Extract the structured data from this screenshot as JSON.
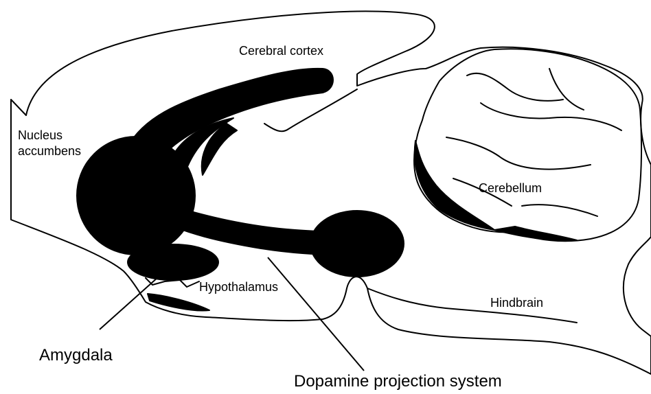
{
  "labels": {
    "cerebral_cortex": "Cerebral cortex",
    "nucleus_line1": "Nucleus",
    "nucleus_line2": "accumbens",
    "cerebellum": "Cerebellum",
    "hypothalamus": "Hypothalamus",
    "hindbrain": "Hindbrain",
    "amygdala": "Amygdala",
    "dopamine_system": "Dopamine projection system"
  }
}
